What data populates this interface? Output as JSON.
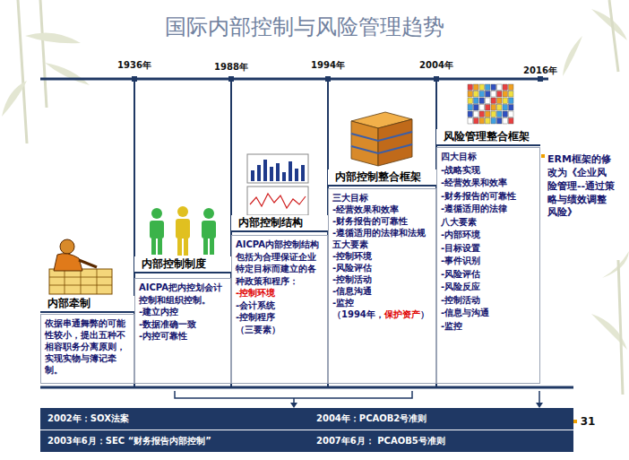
{
  "diagram": {
    "title": "国际内部控制与风险管理趋势",
    "nodes": [
      {
        "text": [
          "内部牵制",
          "依据串通舞弊的可能性较小，提出五种不相容职务分离原则，实现实物与簿记牵制。"
        ]
      },
      {
        "text": [
          "内部控制制度",
          "AICPA把内控划会计控制和组织控制。",
          "-建立内控",
          "-数据准确一致",
          "-内控可靠性"
        ]
      },
      {
        "text": [
          "内部控制结构",
          "AICPA内部控制结构包括为合理保证企业特定目标而建立的各种政策和程序：",
          "-控制环境",
          "-会计系统",
          "-控制程序",
          "（三要素）"
        ]
      },
      {
        "text": [
          "内部控制整合框架",
          "三大目标",
          "-经营效果和效率",
          "-财务报告的可靠性",
          "-遵循适用的法律和法规",
          "五大要素",
          "-控制环境",
          "-风险评估",
          "-控制活动",
          "-信息沟通",
          "-监控",
          "（1994年，",
          "保护资产",
          "）"
        ]
      },
      {
        "text": [
          "风险管理整合框架",
          "四大目标",
          "-战略实现",
          "-经营效果和效率",
          "-财务报告的可靠性",
          "-遵循适用的法律",
          "八大要素",
          "-内部环境",
          "-目标设置",
          "-事件识别",
          "-风险评估",
          "-风险反应",
          "-控制活动",
          "-信息与沟通",
          "-监控"
        ]
      },
      {
        "text": [
          "ERM框架的修改为《企业风险管理--通过策略与绩效调整风险》"
        ]
      },
      {
        "text": [
          "2002年：SOX法案",
          "2003年6月：SEC “财务报告内部控制”"
        ]
      },
      {
        "text": [
          "2004年：PCAOB2号准则",
          "2007年6月： PCAOB5号准则"
        ]
      }
    ],
    "labels": [
      "1936年",
      "1988年",
      "1994年",
      "2004年",
      "2016年",
      "31"
    ]
  }
}
